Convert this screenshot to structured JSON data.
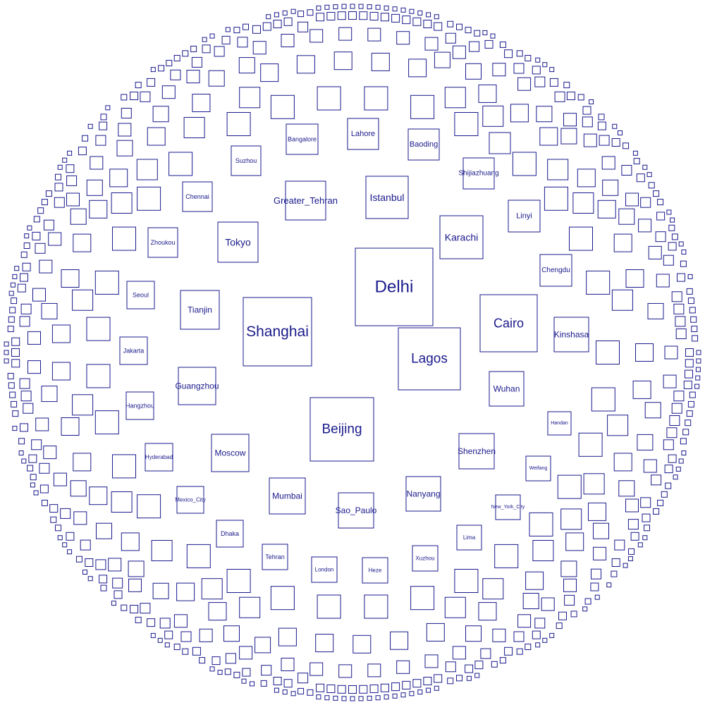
{
  "colors": {
    "stroke": "#1a1a8c",
    "text": "#1a1a8c",
    "background": "#ffffff"
  },
  "labeled_squares": [
    {
      "id": "delhi",
      "label": "Delhi"
    },
    {
      "id": "shanghai",
      "label": "Shanghai"
    },
    {
      "id": "cairo",
      "label": "Cairo"
    },
    {
      "id": "lagos",
      "label": "Lagos"
    },
    {
      "id": "beijing",
      "label": "Beijing"
    },
    {
      "id": "karachi",
      "label": "Karachi"
    },
    {
      "id": "istanbul",
      "label": "Istanbul"
    },
    {
      "id": "tokyo",
      "label": "Tokyo"
    },
    {
      "id": "greater-tehran",
      "label": "Greater_Tehran"
    },
    {
      "id": "kinshasa",
      "label": "Kinshasa"
    },
    {
      "id": "tianjin",
      "label": "Tianjin"
    },
    {
      "id": "guangzhou",
      "label": "Guangzhou"
    },
    {
      "id": "moscow",
      "label": "Moscow"
    },
    {
      "id": "shenzhen",
      "label": "Shenzhen"
    },
    {
      "id": "mumbai",
      "label": "Mumbai"
    },
    {
      "id": "nanyang",
      "label": "Nanyang"
    },
    {
      "id": "sao-paulo",
      "label": "Sao_Paulo"
    },
    {
      "id": "wuhan",
      "label": "Wuhan"
    },
    {
      "id": "lahore",
      "label": "Lahore"
    },
    {
      "id": "chengdu",
      "label": "Chengdu"
    },
    {
      "id": "bangalore",
      "label": "Bangalore"
    },
    {
      "id": "baoding",
      "label": "Baoding"
    },
    {
      "id": "shijiazhuang",
      "label": "Shijiazhuang"
    },
    {
      "id": "linyi",
      "label": "Linyi"
    },
    {
      "id": "suzhou",
      "label": "Suzhou"
    },
    {
      "id": "chennai",
      "label": "Chennai"
    },
    {
      "id": "zhoukou",
      "label": "Zhoukou"
    },
    {
      "id": "seoul",
      "label": "Seoul"
    },
    {
      "id": "jakarta",
      "label": "Jakarta"
    },
    {
      "id": "hangzhou",
      "label": "Hangzhou"
    },
    {
      "id": "hyderabad",
      "label": "Hyderabad"
    },
    {
      "id": "mexico-city",
      "label": "Mexico_City"
    },
    {
      "id": "dhaka",
      "label": "Dhaka"
    },
    {
      "id": "tehran",
      "label": "Tehran"
    },
    {
      "id": "london",
      "label": "London"
    },
    {
      "id": "heze",
      "label": "Heze"
    },
    {
      "id": "xuzhou",
      "label": "Xuzhou"
    },
    {
      "id": "lima",
      "label": "Lima"
    },
    {
      "id": "new-york-city",
      "label": "New_York_City"
    },
    {
      "id": "weifang",
      "label": "Weifang"
    },
    {
      "id": "handan",
      "label": "Handan"
    }
  ]
}
